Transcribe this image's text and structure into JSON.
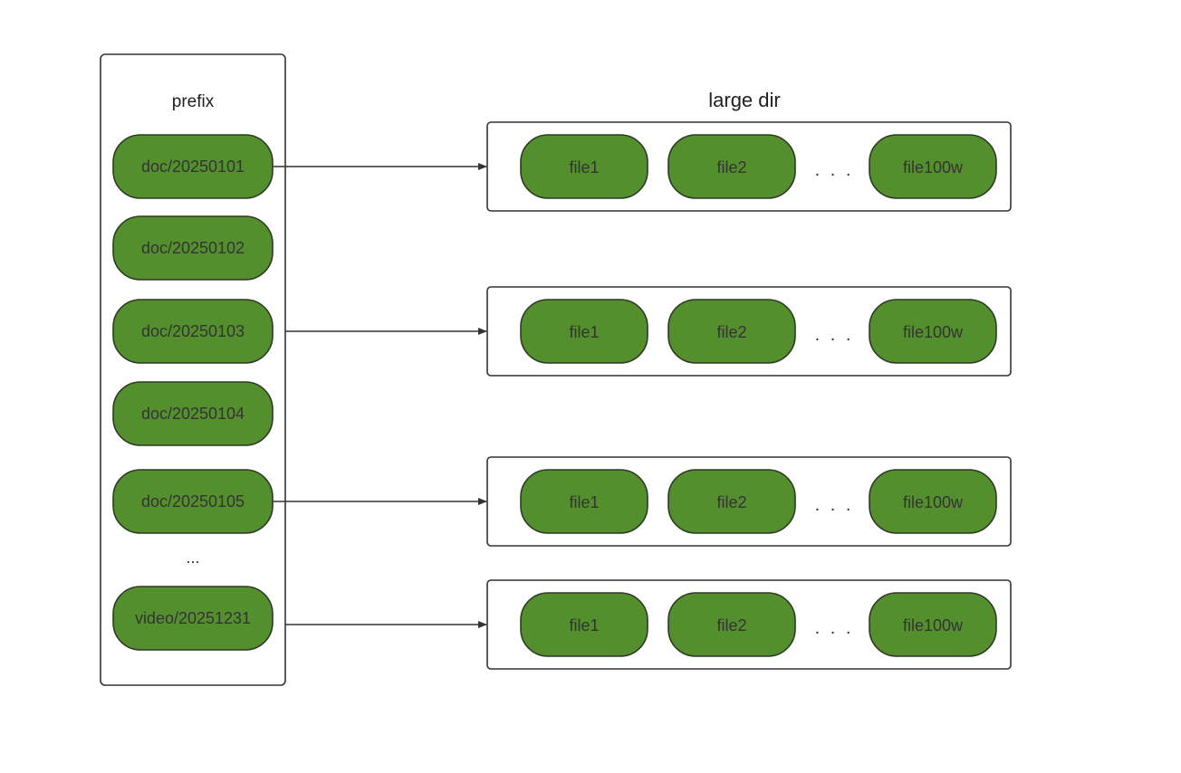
{
  "prefix_panel": {
    "title": "prefix",
    "items": [
      "doc/20250101",
      "doc/20250102",
      "doc/20250103",
      "doc/20250104",
      "doc/20250105",
      "video/20251231"
    ],
    "ellipsis": "..."
  },
  "large_dir": {
    "title": "large dir",
    "rows": [
      {
        "from": "doc/20250101",
        "files": [
          "file1",
          "file2",
          "file100w"
        ],
        "ellipsis": ". . ."
      },
      {
        "from": "doc/20250103",
        "files": [
          "file1",
          "file2",
          "file100w"
        ],
        "ellipsis": ". . ."
      },
      {
        "from": "doc/20250105",
        "files": [
          "file1",
          "file2",
          "file100w"
        ],
        "ellipsis": ". . ."
      },
      {
        "from": "video/20251231",
        "files": [
          "file1",
          "file2",
          "file100w"
        ],
        "ellipsis": ". . ."
      }
    ]
  },
  "colors": {
    "pill_fill": "#548f2e",
    "pill_stroke": "#2d3a25",
    "text": "#333333",
    "frame_stroke": "#333333"
  }
}
